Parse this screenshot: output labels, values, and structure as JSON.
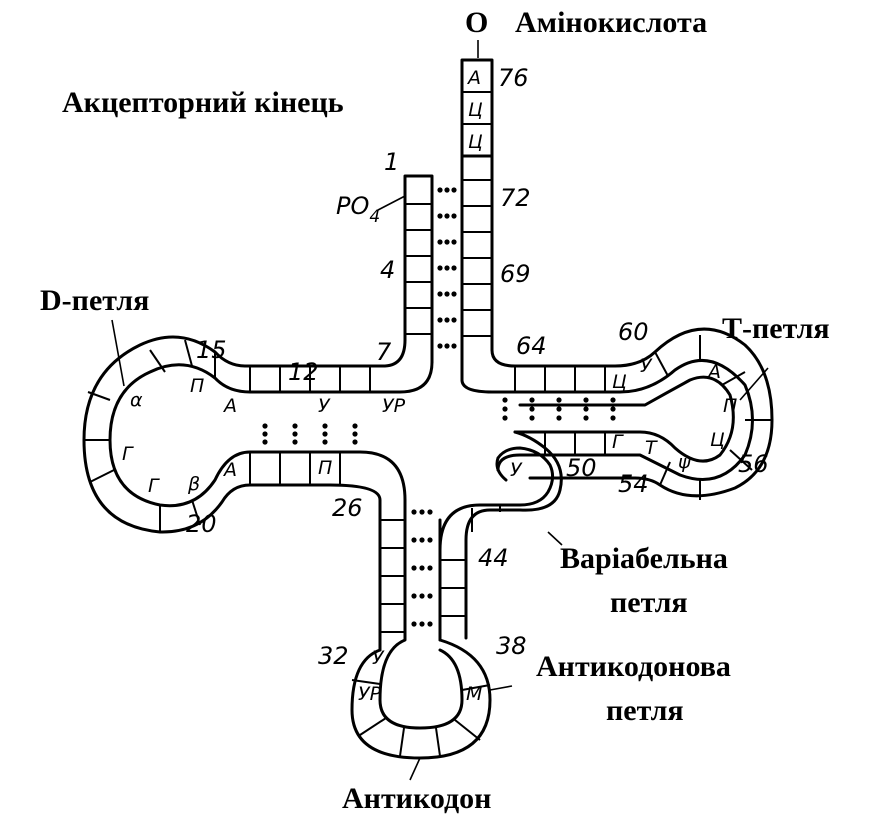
{
  "labels": {
    "amino_terminal": "O",
    "amino_acid": "Амінокислота",
    "acceptor_end": "Акцепторний кінець",
    "d_loop": "D-петля",
    "t_loop": "Т-петля",
    "variable_loop_line1": "Варіабельна",
    "variable_loop_line2": "петля",
    "anticodon_loop_line1": "Антикодонова",
    "anticodon_loop_line2": "петля",
    "anticodon": "Антикодон",
    "phosphate": "PO",
    "phosphate_sub": "4"
  },
  "positions": {
    "p1": "1",
    "p4": "4",
    "p7": "7",
    "p12": "12",
    "p15": "15",
    "p20": "20",
    "p26": "26",
    "p32": "32",
    "p38": "38",
    "p44": "44",
    "p50": "50",
    "p54": "54",
    "p56": "56",
    "p60": "60",
    "p64": "64",
    "p69": "69",
    "p72": "72",
    "p76": "76"
  },
  "bases": {
    "acc_a": "А",
    "acc_c1": "Ц",
    "acc_c2": "Ц",
    "d_p": "П",
    "d_a1": "А",
    "d_u": "У",
    "d_ur": "УР",
    "d_alpha": "α",
    "d_g1": "Г",
    "d_g2": "Г",
    "d_beta": "β",
    "d_a2": "А",
    "d_p2": "П",
    "ac_u": "У",
    "ac_ur": "УР",
    "ac_m": "М",
    "v_u": "У",
    "t_c1": "Ц",
    "t_u": "У",
    "t_a": "А",
    "t_p": "П",
    "t_c2": "Ц",
    "t_psi": "ψ",
    "t_t": "Т",
    "t_g": "Г"
  }
}
